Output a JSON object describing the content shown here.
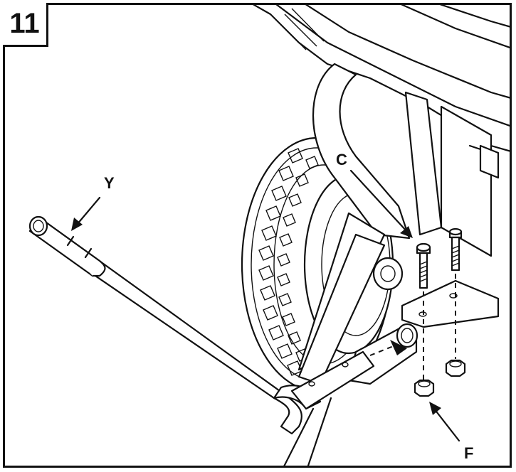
{
  "step": {
    "number": "11"
  },
  "labels": {
    "y": "Y",
    "c": "C",
    "f": "F"
  },
  "colors": {
    "ink": "#111111",
    "paper": "#ffffff"
  }
}
